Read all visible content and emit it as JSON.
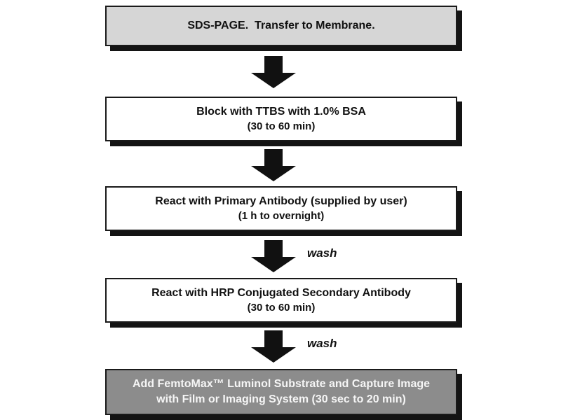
{
  "flowchart": {
    "steps": [
      {
        "name": "sds-page-transfer",
        "variant": "gray",
        "line1": "SDS-PAGE.  Transfer to Membrane.",
        "line2": ""
      },
      {
        "name": "block-ttbs",
        "variant": "white",
        "line1": "Block with TTBS with 1.0% BSA",
        "line2": "(30 to 60 min)"
      },
      {
        "name": "primary-antibody",
        "variant": "white",
        "line1": "React with Primary Antibody (supplied by user)",
        "line2": "(1 h to overnight)"
      },
      {
        "name": "secondary-antibody",
        "variant": "white",
        "line1": "React with HRP Conjugated Secondary Antibody",
        "line2": "(30 to 60 min)"
      },
      {
        "name": "substrate-capture",
        "variant": "dark",
        "line1": "Add FemtoMax™ Luminol Substrate and Capture Image",
        "line2": "with Film or Imaging System (30 sec to 20 min)"
      }
    ],
    "connectors": [
      {
        "label": ""
      },
      {
        "label": ""
      },
      {
        "label": "wash"
      },
      {
        "label": "wash"
      }
    ]
  },
  "colors": {
    "page-bg": "#ffffff",
    "step-gray-fill": "#d6d6d6",
    "step-white-fill": "#ffffff",
    "step-dark-fill": "#8c8c8c",
    "step-dark-text": "#f5f5f5",
    "border-color": "#1a1a1a",
    "shadow-color": "#141414",
    "arrow-color": "#111111",
    "text-color": "#111111"
  }
}
